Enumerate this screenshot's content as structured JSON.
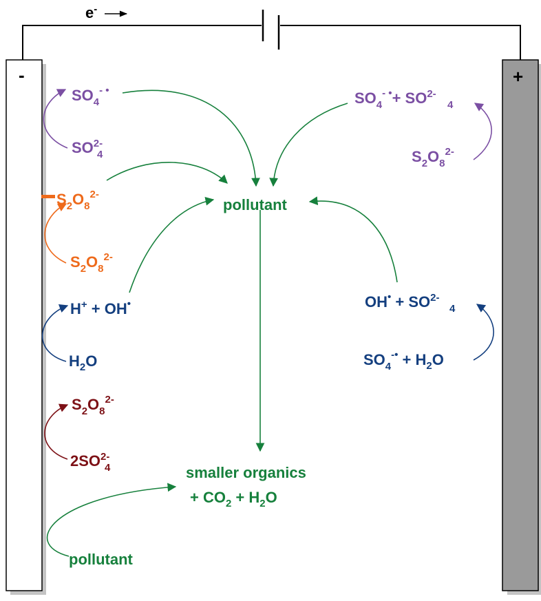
{
  "colors": {
    "green": "#16803c",
    "purple": "#7b4fa3",
    "orange": "#ee6a1b",
    "navy": "#143f7f",
    "maroon": "#7d1116",
    "anode_fill": "#9a9a9a",
    "shadow": "#c4c4c4"
  },
  "electrodes": {
    "cathode_sign": "-",
    "anode_sign": "+"
  },
  "electron_flow": {
    "e": "e",
    "charge": "-"
  },
  "center": {
    "pollutant": "pollutant",
    "product_line1": "smaller organics",
    "product_line2_a": "+ CO",
    "product_line2_sub": "2",
    "product_line2_b": " + H",
    "product_line2_sub2": "2",
    "product_line2_c": "O"
  },
  "left": {
    "so4_radical": {
      "base": "SO",
      "sub": "4",
      "sup": "- •"
    },
    "so4_2minus": {
      "base": "SO",
      "sub": "4",
      "sup": "2-"
    },
    "s2o8_activated": {
      "a": "S",
      "sub1": "2",
      "b": "O",
      "sub2": "8",
      "sup": "2-"
    },
    "s2o8_orange": {
      "a": "S",
      "sub1": "2",
      "b": "O",
      "sub2": "8",
      "sup": "2-"
    },
    "h_oh": {
      "a": "H",
      "sup1": "+",
      "b": " + OH",
      "sup2": "•"
    },
    "h2o": {
      "a": "H",
      "sub": "2",
      "b": "O"
    },
    "s2o8_maroon": {
      "a": "S",
      "sub1": "2",
      "b": "O",
      "sub2": "8",
      "sup": "2-"
    },
    "two_so4": {
      "base": "2SO",
      "sub": "4",
      "sup": "2-"
    },
    "pollutant": "pollutant"
  },
  "right": {
    "so4_radical_plus_so4": {
      "a": "SO",
      "sub1": "4",
      "sup1": "- •",
      "b": "+ SO",
      "sub2": "4",
      "sup2": "2-"
    },
    "s2o8": {
      "a": "S",
      "sub1": "2",
      "b": "O",
      "sub2": "8",
      "sup": "2-"
    },
    "oh_so4": {
      "a": "OH",
      "sup1": "•",
      "b": " + SO",
      "sub": "4",
      "sup2": "2-"
    },
    "so4_h2o": {
      "a": "SO",
      "sub1": "4",
      "sup1": "-•",
      "b": " + H",
      "sub2": "2",
      "c": "O"
    }
  }
}
